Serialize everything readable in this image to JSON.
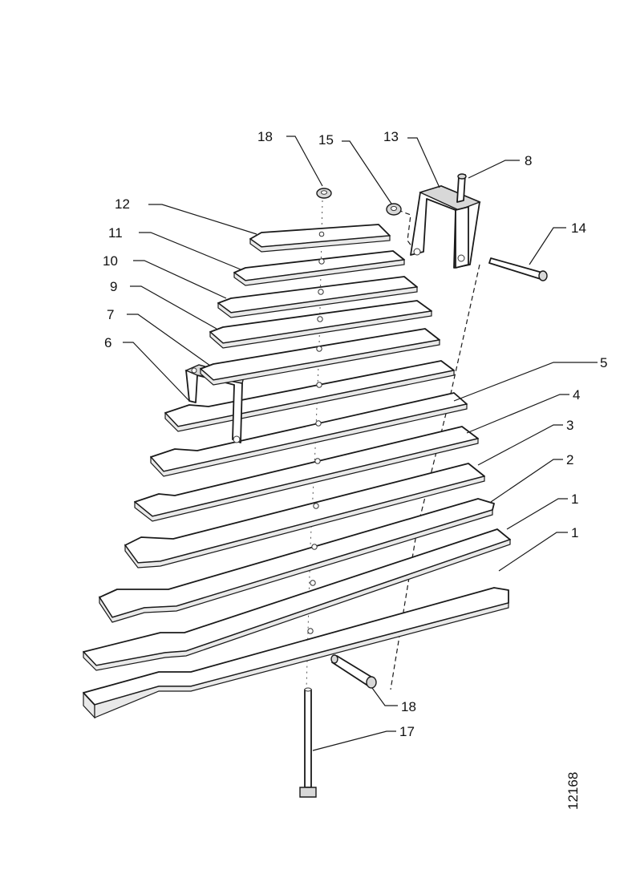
{
  "labels": {
    "l18a": "18",
    "l15": "15",
    "l13": "13",
    "l8": "8",
    "l12": "12",
    "l14": "14",
    "l11": "11",
    "l10": "10",
    "l9": "9",
    "l7": "7",
    "l6": "6",
    "l5": "5",
    "l4": "4",
    "l3": "3",
    "l2": "2",
    "l1a": "1",
    "l1b": "1",
    "l18b": "18",
    "l17": "17"
  },
  "drawing_number": "12168"
}
